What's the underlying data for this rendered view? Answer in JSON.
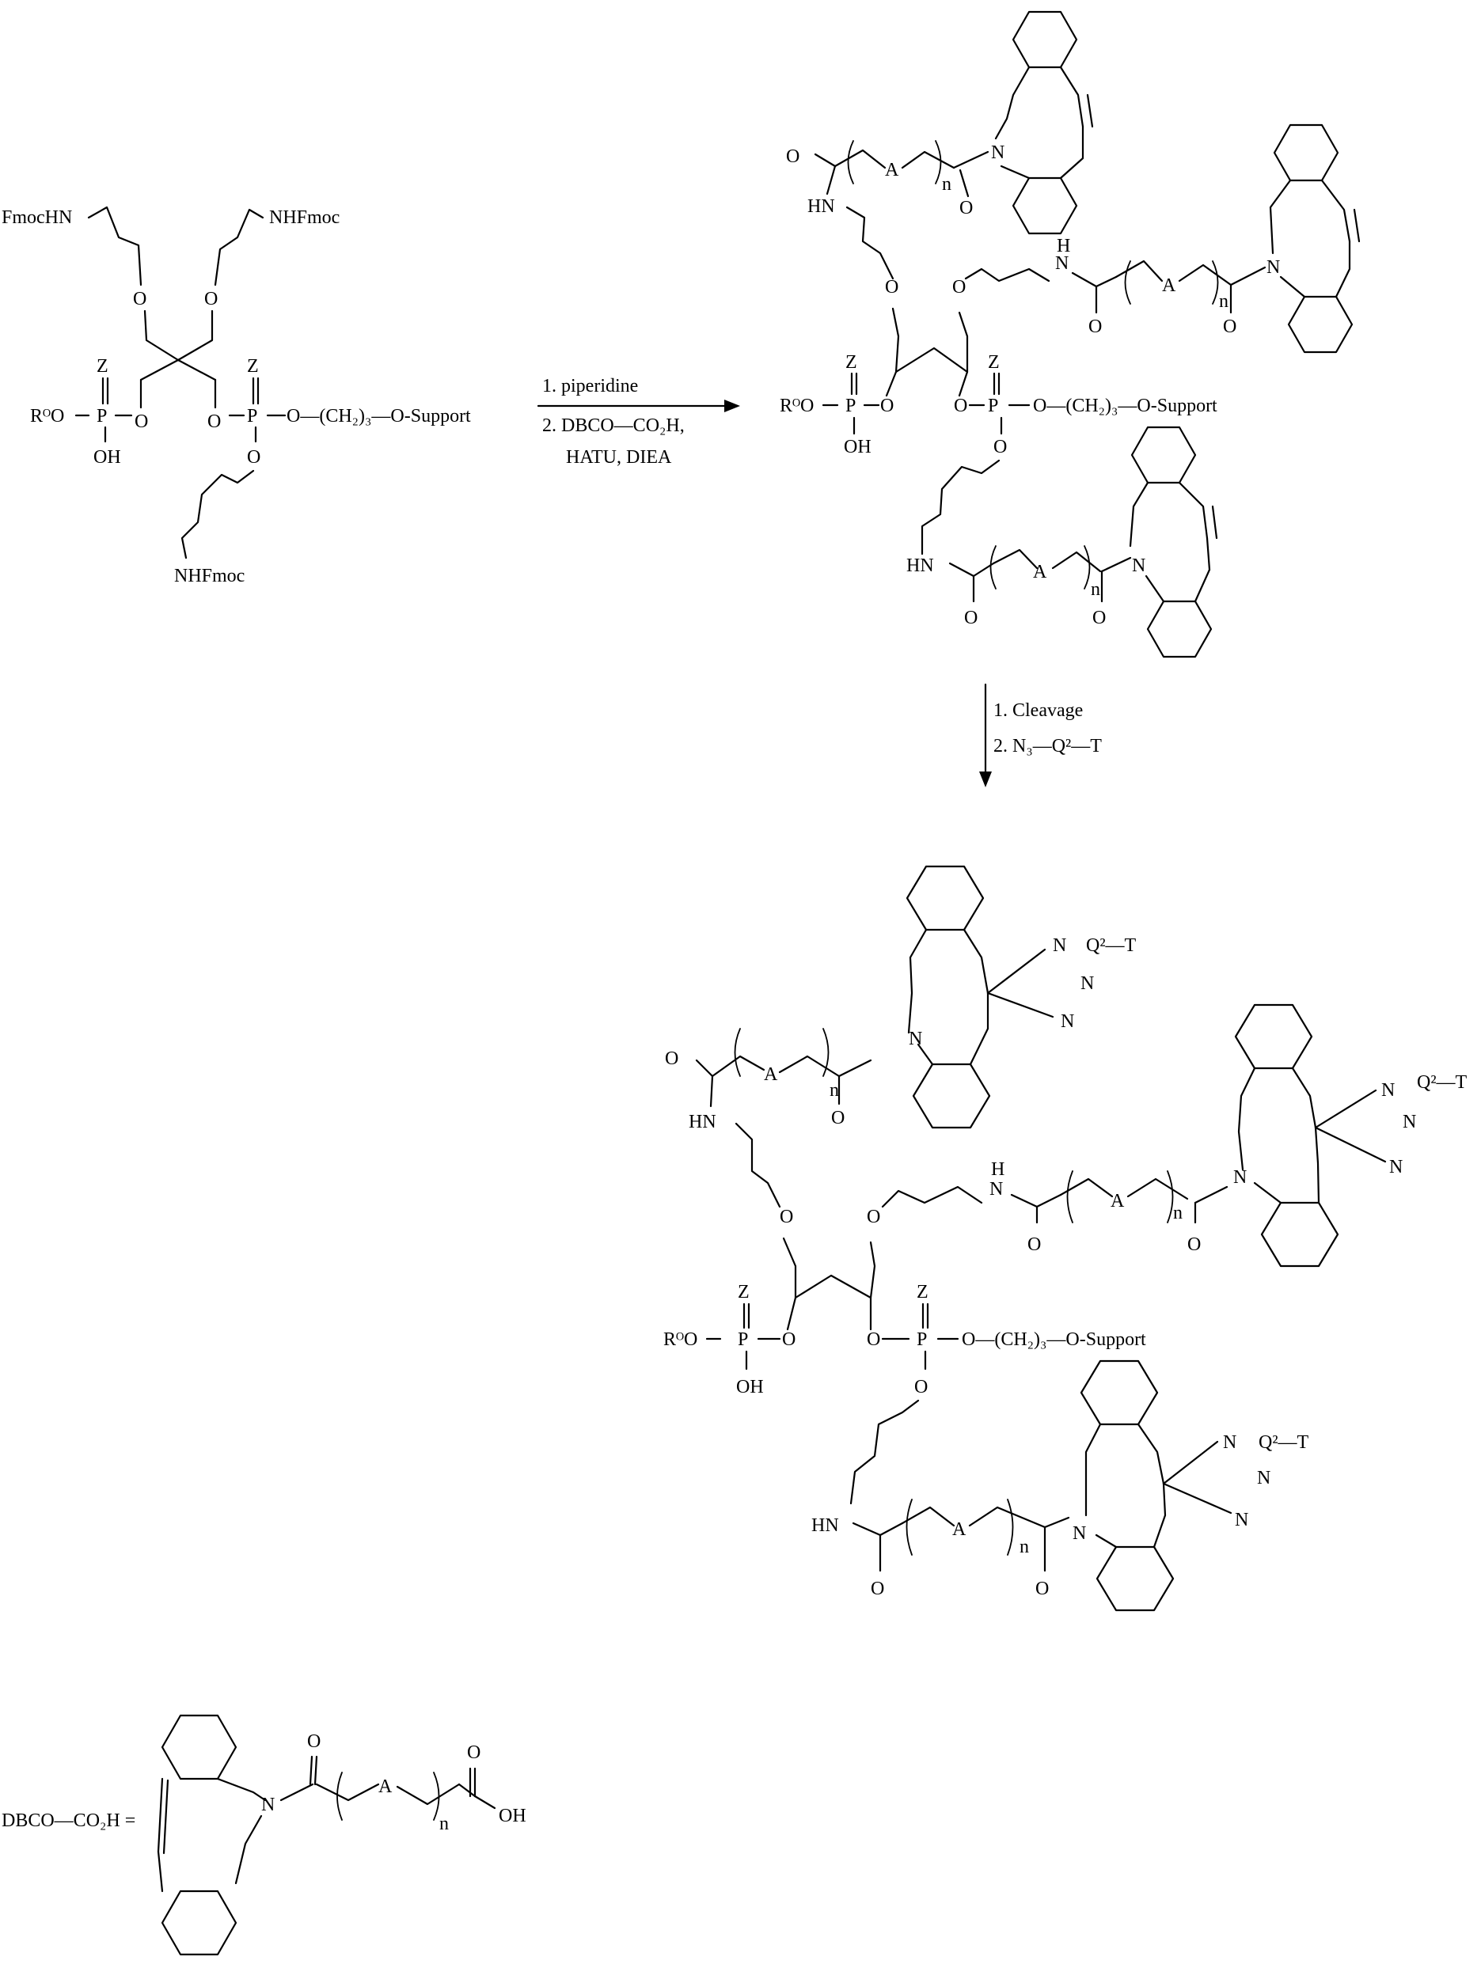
{
  "step1": {
    "reagent1": "1. piperidine",
    "reagent2": "2. DBCO—CO₂H,",
    "reagent3": "HATU, DIEA"
  },
  "step2": {
    "reagent1": "1. Cleavage",
    "reagent2": "2. N₃—Q²—T"
  },
  "start": {
    "fmoc_hn": "FmocHN",
    "nhfmoc_right": "NHFmoc",
    "nhfmoc_bottom": "NHFmoc",
    "ro": "Rᴼ–O–P–O",
    "z": "Z",
    "oh": "OH",
    "o": "O",
    "p": "P",
    "chain": "O—(CH₂)₃—O-Support"
  },
  "labels": {
    "o": "O",
    "n": "N",
    "h": "H",
    "hn": "HN",
    "a": "A",
    "sub_n": "n",
    "z": "Z",
    "p": "P",
    "oh": "OH",
    "ro": "RᴼO",
    "chain": "O—(CH₂)₃—O-Support",
    "q2t": "Q²—T"
  },
  "definition": {
    "lhs": "DBCO—CO₂H =",
    "oh": "OH",
    "o": "O",
    "n": "N",
    "a": "A",
    "sub_n": "n"
  }
}
